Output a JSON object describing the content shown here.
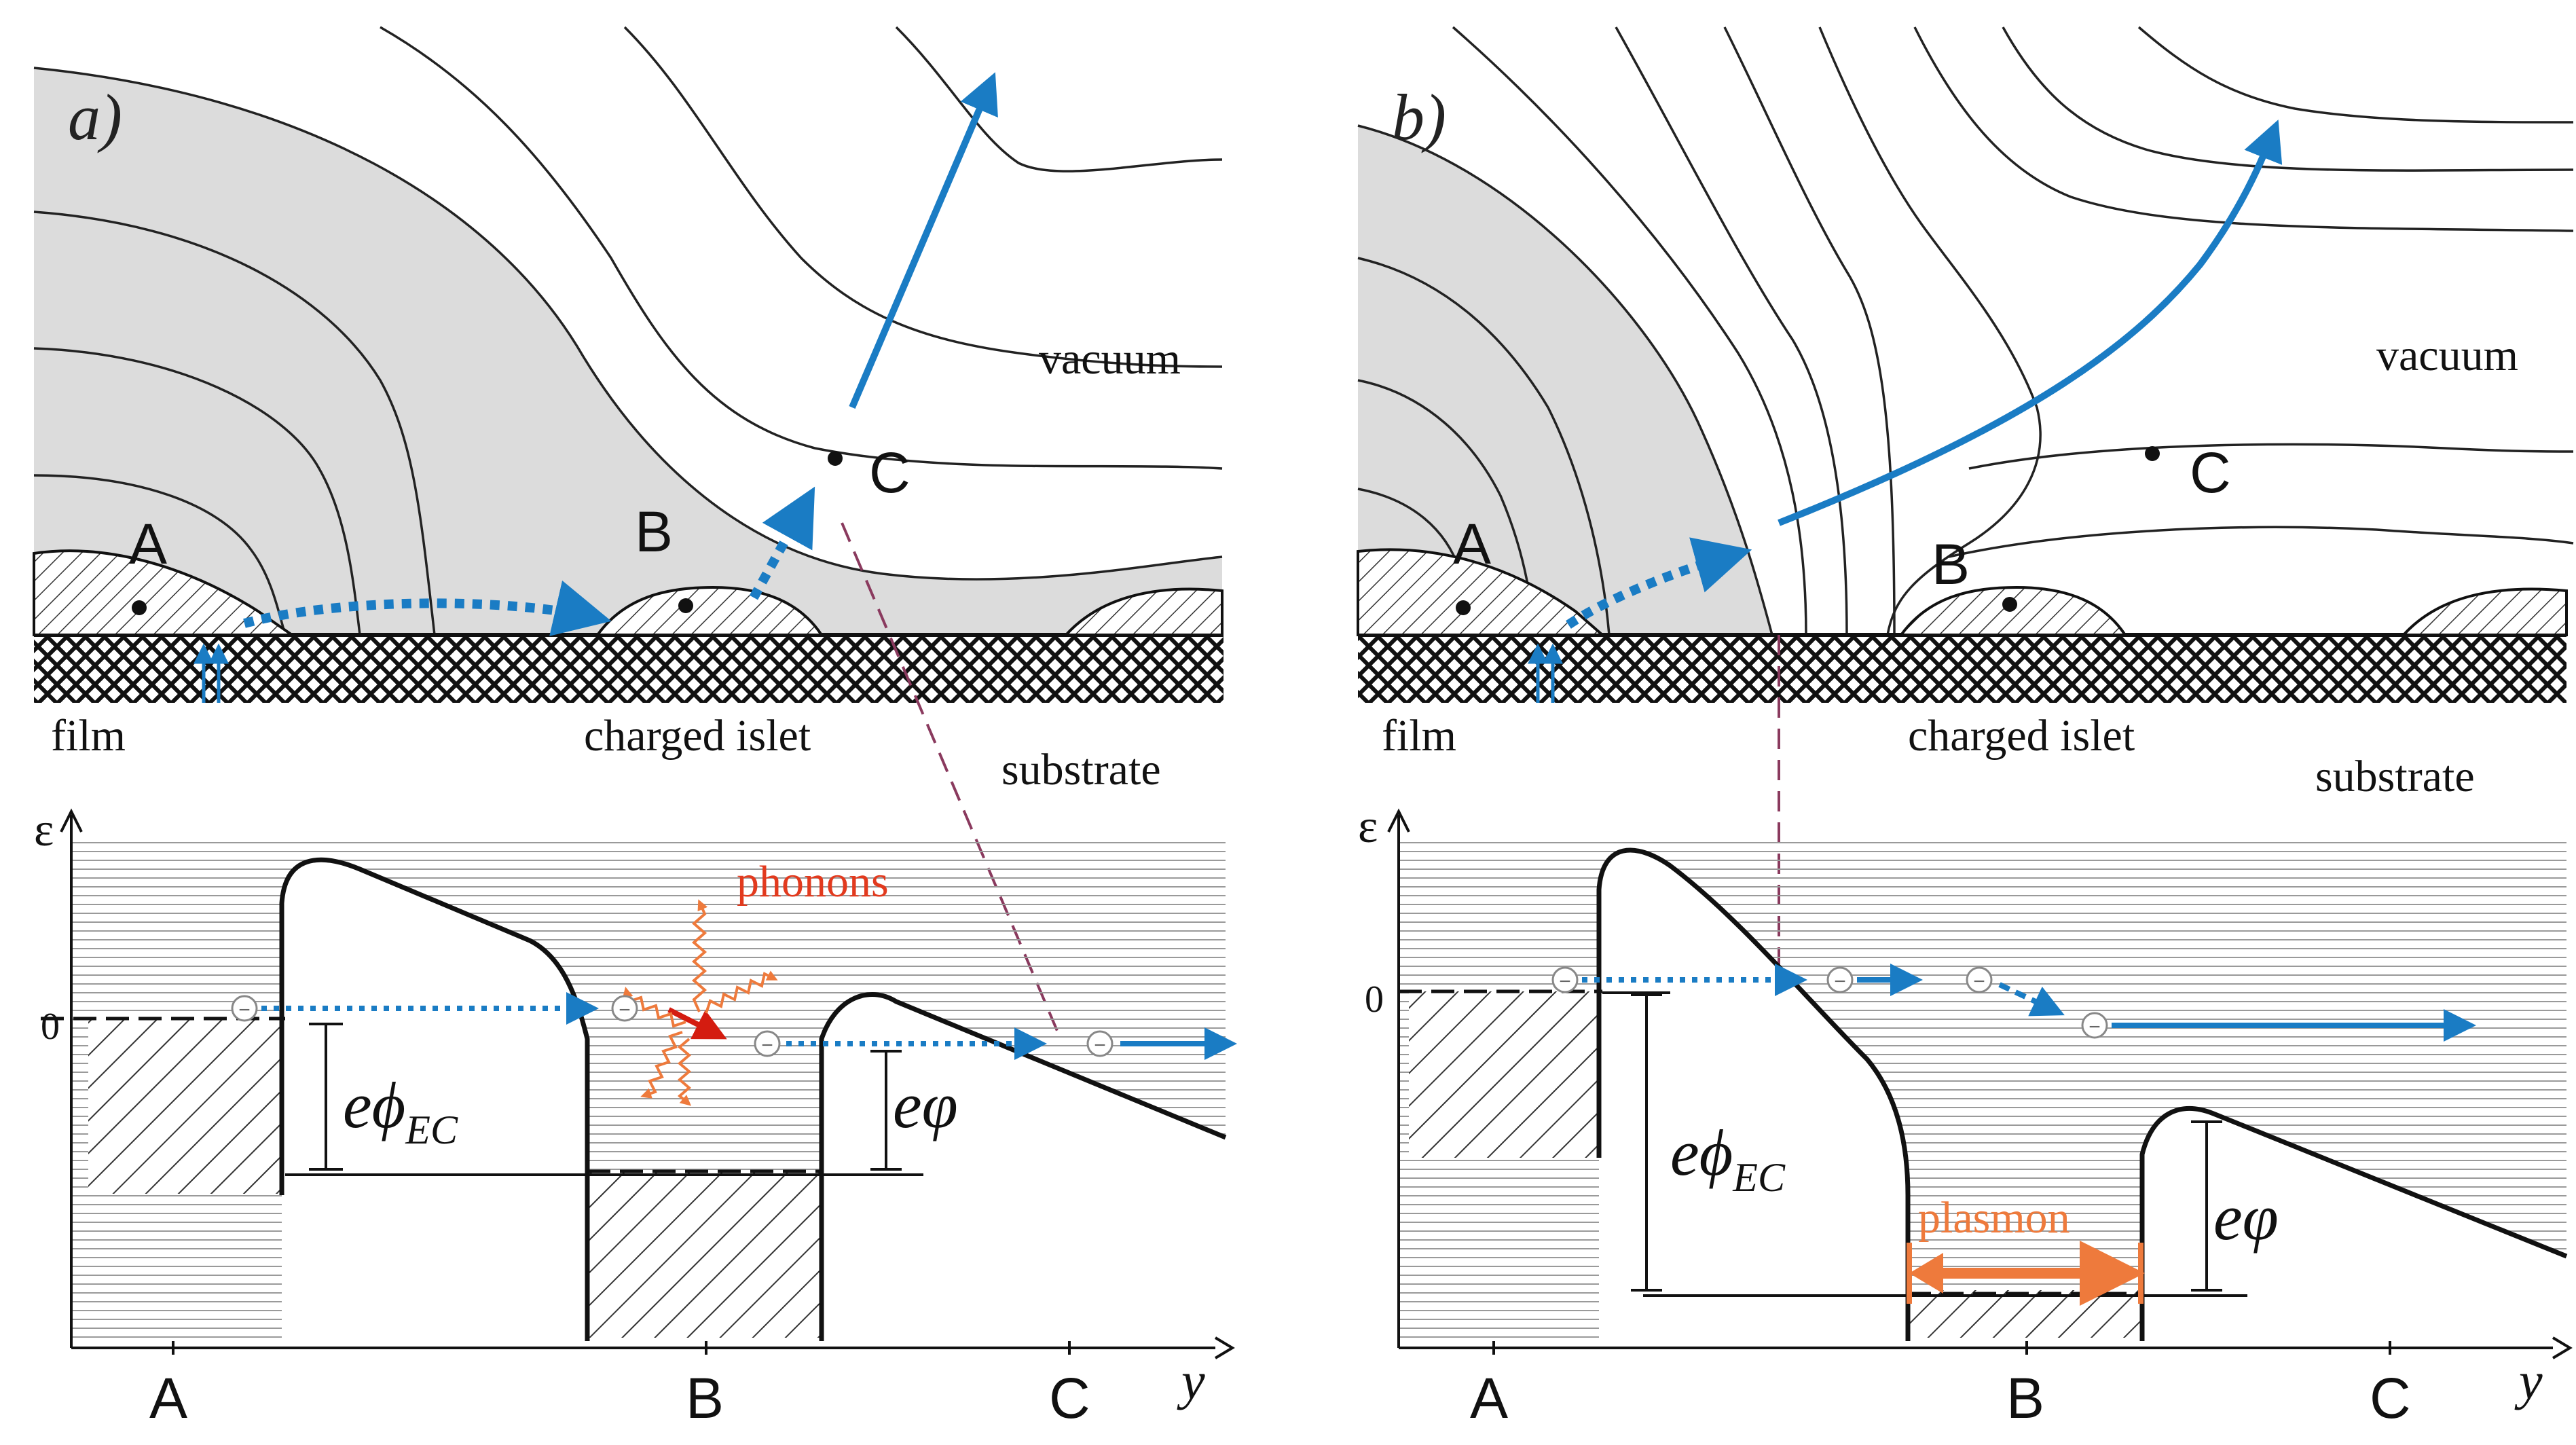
{
  "colors": {
    "arrow_blue": "#1a7cc4",
    "phonon_red": "#e23a1e",
    "plasmon_orange": "#ee7a3c",
    "gray_region": "#dcdcdc",
    "hatch": "#333333"
  },
  "panel_a": {
    "label": "a)",
    "vacuum": "vacuum",
    "film": "film",
    "charged_islet": "charged islet",
    "substrate": "substrate",
    "point_a": "A",
    "point_b": "B",
    "point_c": "C",
    "epsilon": "ε",
    "zero": "0",
    "e_phi_ec_main": "eϕ",
    "e_phi_ec_sub": "EC",
    "e_phi": "eφ",
    "phonons": "phonons",
    "axis_a": "A",
    "axis_b": "B",
    "axis_c": "C",
    "axis_y": "y"
  },
  "panel_b": {
    "label": "b)",
    "vacuum": "vacuum",
    "film": "film",
    "charged_islet": "charged islet",
    "substrate": "substrate",
    "point_a": "A",
    "point_b": "B",
    "point_c": "C",
    "epsilon": "ε",
    "zero": "0",
    "e_phi_ec_main": "eϕ",
    "e_phi_ec_sub": "EC",
    "e_phi": "eφ",
    "plasmon": "plasmon",
    "axis_a": "A",
    "axis_b": "B",
    "axis_c": "C",
    "axis_y": "y"
  },
  "electron_symbol": "−"
}
